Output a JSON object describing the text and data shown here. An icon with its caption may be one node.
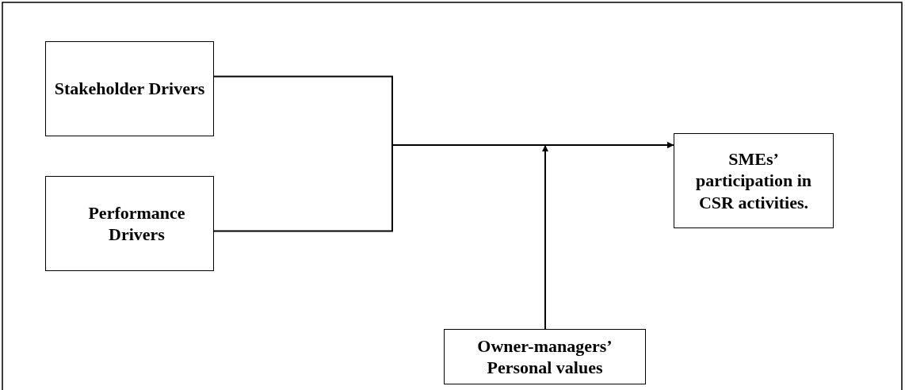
{
  "diagram": {
    "nodes": [
      {
        "text": [
          "Stakeholder Drivers"
        ]
      },
      {
        "text": [
          "Performance Drivers"
        ]
      },
      {
        "text": [
          "SMEs’ participation in CSR activities."
        ]
      },
      {
        "text": [
          "Owner-managers’ Personal values"
        ]
      }
    ],
    "edges": [
      {
        "from": 0,
        "to": 2,
        "arrow": "to"
      },
      {
        "from": 1,
        "to": 2,
        "arrow": "to"
      },
      {
        "from": 3,
        "to": null,
        "arrow": "to"
      }
    ]
  }
}
